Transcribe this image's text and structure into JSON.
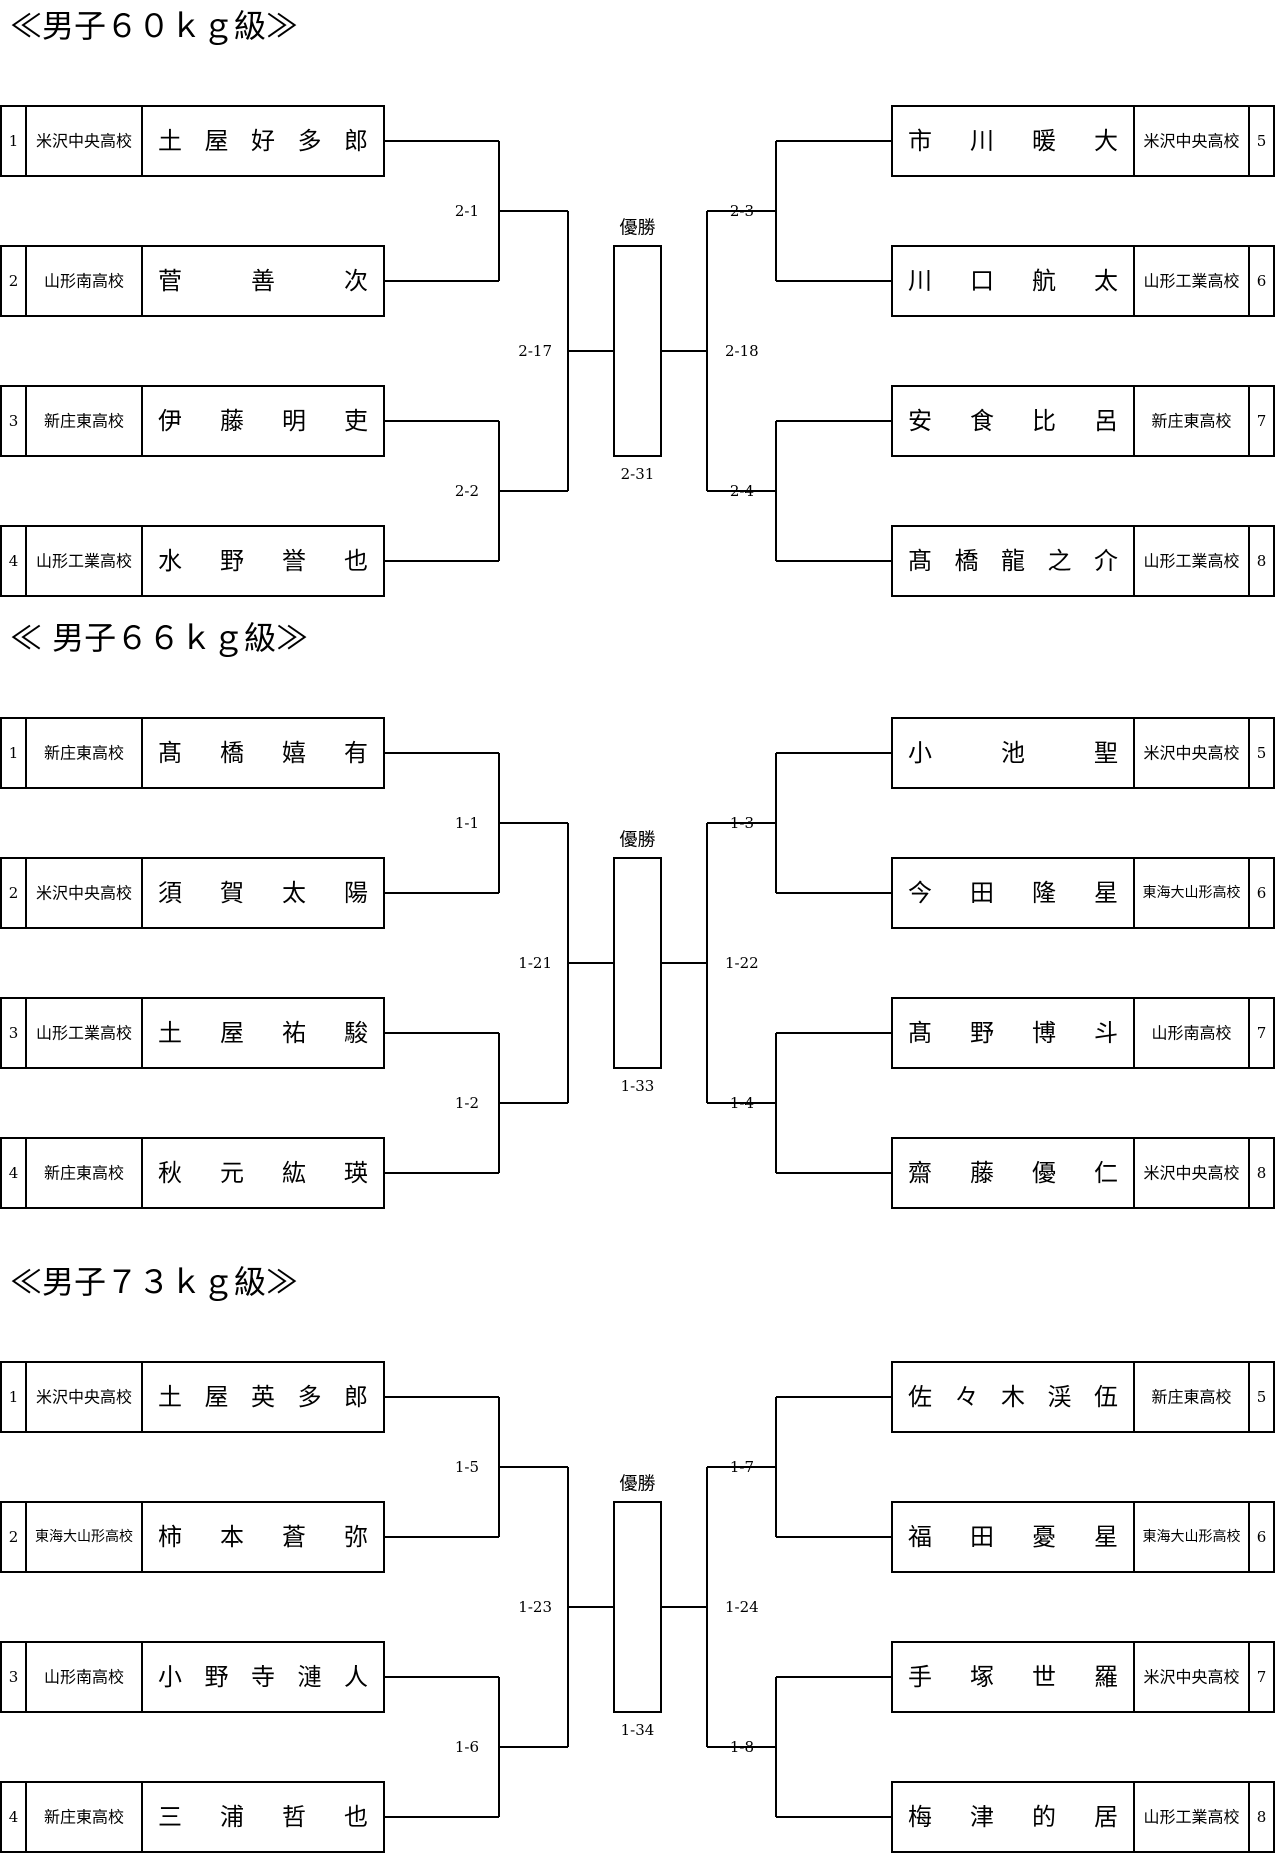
{
  "brackets": [
    {
      "title": "≪男子６０ｋｇ級≫",
      "final_label": "優勝",
      "final_match": "2-31",
      "left_semi": "2-17",
      "right_semi": "2-18",
      "left_quarters": [
        "2-1",
        "2-2"
      ],
      "right_quarters": [
        "2-3",
        "2-4"
      ],
      "left": [
        {
          "seed": "1",
          "school": "米沢中央高校",
          "name": [
            "土",
            "屋",
            "好",
            "多",
            "郎"
          ]
        },
        {
          "seed": "2",
          "school": "山形南高校",
          "name": [
            "菅",
            "善",
            "次"
          ]
        },
        {
          "seed": "3",
          "school": "新庄東高校",
          "name": [
            "伊",
            "藤",
            "明",
            "吏"
          ]
        },
        {
          "seed": "4",
          "school": "山形工業高校",
          "name": [
            "水",
            "野",
            "誉",
            "也"
          ]
        }
      ],
      "right": [
        {
          "seed": "5",
          "school": "米沢中央高校",
          "name": [
            "市",
            "川",
            "暖",
            "大"
          ]
        },
        {
          "seed": "6",
          "school": "山形工業高校",
          "name": [
            "川",
            "口",
            "航",
            "太"
          ]
        },
        {
          "seed": "7",
          "school": "新庄東高校",
          "name": [
            "安",
            "食",
            "比",
            "呂"
          ]
        },
        {
          "seed": "8",
          "school": "山形工業高校",
          "name": [
            "髙",
            "橋",
            "龍",
            "之",
            "介"
          ]
        }
      ]
    },
    {
      "title": "≪ 男子６６ｋｇ級≫",
      "final_label": "優勝",
      "final_match": "1-33",
      "left_semi": "1-21",
      "right_semi": "1-22",
      "left_quarters": [
        "1-1",
        "1-2"
      ],
      "right_quarters": [
        "1-3",
        "1-4"
      ],
      "left": [
        {
          "seed": "1",
          "school": "新庄東高校",
          "name": [
            "髙",
            "橋",
            "嬉",
            "有"
          ]
        },
        {
          "seed": "2",
          "school": "米沢中央高校",
          "name": [
            "須",
            "賀",
            "太",
            "陽"
          ]
        },
        {
          "seed": "3",
          "school": "山形工業高校",
          "name": [
            "土",
            "屋",
            "祐",
            "駿"
          ]
        },
        {
          "seed": "4",
          "school": "新庄東高校",
          "name": [
            "秋",
            "元",
            "紘",
            "瑛"
          ]
        }
      ],
      "right": [
        {
          "seed": "5",
          "school": "米沢中央高校",
          "name": [
            "小",
            "池",
            "聖"
          ]
        },
        {
          "seed": "6",
          "school": "東海大山形高校",
          "name": [
            "今",
            "田",
            "隆",
            "星"
          ]
        },
        {
          "seed": "7",
          "school": "山形南高校",
          "name": [
            "髙",
            "野",
            "博",
            "斗"
          ]
        },
        {
          "seed": "8",
          "school": "米沢中央高校",
          "name": [
            "齋",
            "藤",
            "優",
            "仁"
          ]
        }
      ]
    },
    {
      "title": "≪男子７３ｋｇ級≫",
      "final_label": "優勝",
      "final_match": "1-34",
      "left_semi": "1-23",
      "right_semi": "1-24",
      "left_quarters": [
        "1-5",
        "1-6"
      ],
      "right_quarters": [
        "1-7",
        "1-8"
      ],
      "left": [
        {
          "seed": "1",
          "school": "米沢中央高校",
          "name": [
            "土",
            "屋",
            "英",
            "多",
            "郎"
          ]
        },
        {
          "seed": "2",
          "school": "東海大山形高校",
          "name": [
            "柿",
            "本",
            "蒼",
            "弥"
          ]
        },
        {
          "seed": "3",
          "school": "山形南高校",
          "name": [
            "小",
            "野",
            "寺",
            "漣",
            "人"
          ]
        },
        {
          "seed": "4",
          "school": "新庄東高校",
          "name": [
            "三",
            "浦",
            "哲",
            "也"
          ]
        }
      ],
      "right": [
        {
          "seed": "5",
          "school": "新庄東高校",
          "name": [
            "佐",
            "々",
            "木",
            "渓",
            "伍"
          ]
        },
        {
          "seed": "6",
          "school": "東海大山形高校",
          "name": [
            "福",
            "田",
            "憂",
            "星"
          ]
        },
        {
          "seed": "7",
          "school": "米沢中央高校",
          "name": [
            "手",
            "塚",
            "世",
            "羅"
          ]
        },
        {
          "seed": "8",
          "school": "山形工業高校",
          "name": [
            "梅",
            "津",
            "的",
            "居"
          ]
        }
      ]
    }
  ]
}
